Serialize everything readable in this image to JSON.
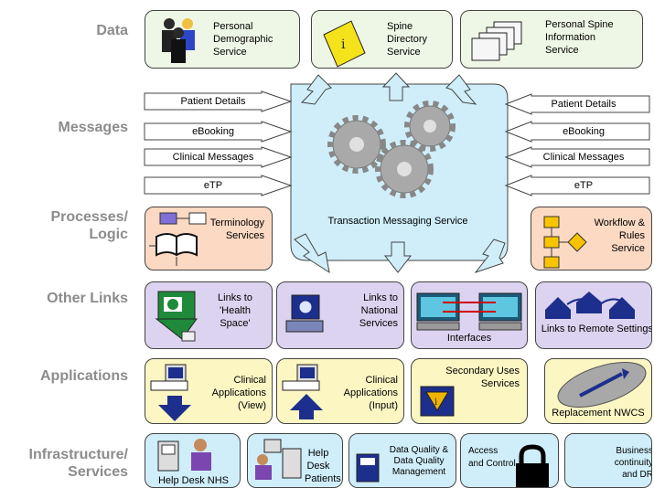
{
  "rows": {
    "data": "Data",
    "messages": "Messages",
    "processes": [
      "Processes/",
      "Logic"
    ],
    "other_links": "Other Links",
    "applications": "Applications",
    "infrastructure": [
      "Infrastructure/",
      "Services"
    ]
  },
  "data_row": {
    "pds": [
      "Personal",
      "Demographic",
      "Service"
    ],
    "sds": [
      "Spine",
      "Directory",
      "Service"
    ],
    "psis": [
      "Personal Spine",
      "Information",
      "Service"
    ]
  },
  "messages_left": [
    "Patient Details",
    "eBooking",
    "Clinical Messages",
    "eTP"
  ],
  "messages_right": [
    "Patient Details",
    "eBooking",
    "Clinical Messages",
    "eTP"
  ],
  "tms": "Transaction Messaging Service",
  "terminology": [
    "Terminology",
    "Services"
  ],
  "workflow": [
    "Workflow &",
    "Rules",
    "Service"
  ],
  "links": {
    "health_space": [
      "Links to",
      "'Health",
      "Space'"
    ],
    "national": [
      "Links to",
      "National",
      "Services"
    ],
    "interfaces": "Interfaces",
    "remote": "Links to Remote Settings"
  },
  "apps": {
    "view": [
      "Clinical",
      "Applications",
      "(View)"
    ],
    "input": [
      "Clinical",
      "Applications",
      "(Input)"
    ],
    "secondary": [
      "Secondary Uses",
      "Services"
    ],
    "nwcs": "Replacement NWCS"
  },
  "infra": {
    "helpdesk_nhs": "Help Desk NHS",
    "helpdesk_patients": [
      "Help",
      "Desk",
      "Patients"
    ],
    "dq": [
      "Data Quality &",
      "Data Quality",
      "Management"
    ],
    "access": [
      "Access",
      "and Control"
    ],
    "business": [
      "Business",
      "continuity",
      "and DR"
    ]
  },
  "colors": {
    "green": "#eef7e5",
    "peach": "#fbd9c3",
    "lavender": "#dcd3f0",
    "yellow": "#fcf6c3",
    "blue": "#cfeefa",
    "label_gray": "#8c8c8c"
  }
}
